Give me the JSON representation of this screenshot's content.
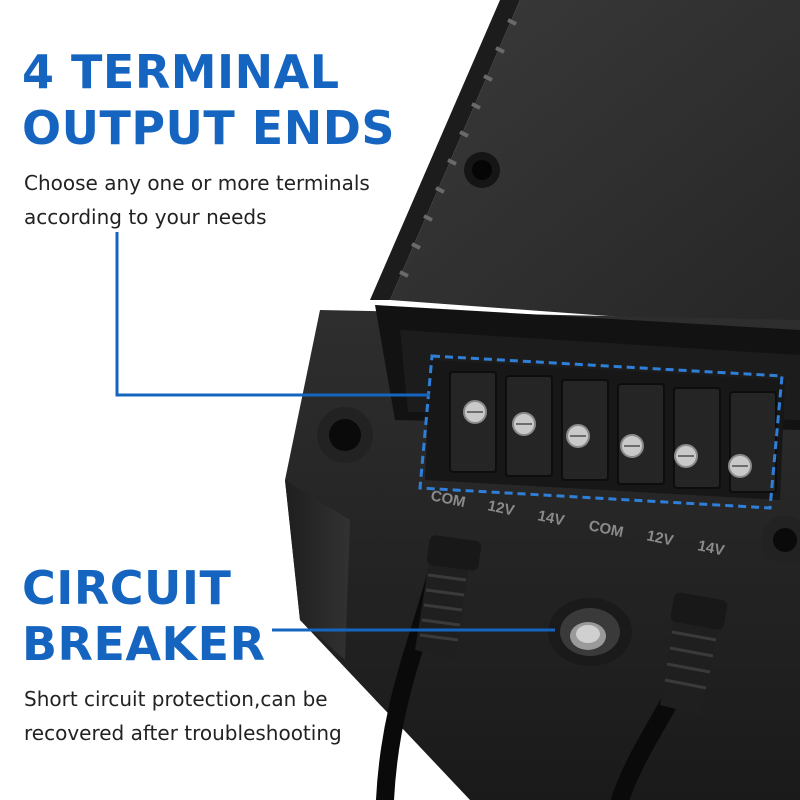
{
  "feature_1": {
    "title_line_1": "4 TERMINAL",
    "title_line_2": "OUTPUT ENDS",
    "desc_line_1": "Choose any one or more terminals",
    "desc_line_2": "according to your needs"
  },
  "feature_2": {
    "title_line_1": "CIRCUIT",
    "title_line_2": "BREAKER",
    "desc_line_1": "Short circuit protection,can be",
    "desc_line_2": "recovered after troubleshooting"
  },
  "terminal_labels": [
    "COM",
    "12V",
    "14V",
    "COM",
    "12V",
    "14V"
  ],
  "colors": {
    "accent": "#1565c0",
    "body_text": "#222222",
    "housing": "#2b2b2b",
    "background": "#ffffff"
  }
}
